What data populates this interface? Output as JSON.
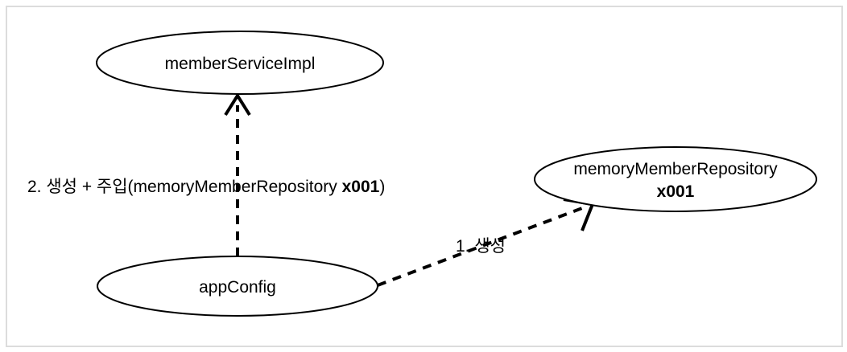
{
  "diagram": {
    "type": "object-collaboration-diagram",
    "background_color": "#ffffff",
    "border_color": "#dcdcdc",
    "stroke_color": "#000000",
    "nodes": [
      {
        "id": "memberServiceImpl",
        "shape": "ellipse",
        "label_line1": "memberServiceImpl",
        "label_line2": ""
      },
      {
        "id": "memoryMemberRepository",
        "shape": "ellipse",
        "label_line1": "memoryMemberRepository",
        "label_line2": "x001"
      },
      {
        "id": "appConfig",
        "shape": "ellipse",
        "label_line1": "appConfig",
        "label_line2": ""
      }
    ],
    "edges": [
      {
        "id": "edge-appconfig-to-memoryrepo",
        "from": "appConfig",
        "to": "memoryMemberRepository",
        "style": "dashed",
        "arrow": "open",
        "label": "1. 생성"
      },
      {
        "id": "edge-appconfig-to-memberservice",
        "from": "appConfig",
        "to": "memberServiceImpl",
        "style": "dashed",
        "arrow": "open",
        "label_prefix": "2. 생성 + 주입(memoryMemberRepository ",
        "label_bold": "x001",
        "label_suffix": ")"
      }
    ]
  }
}
